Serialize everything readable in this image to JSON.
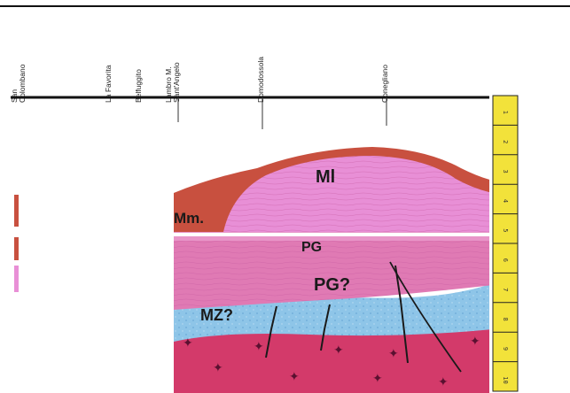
{
  "locations": [
    {
      "id": "san-colombano",
      "label": "San\nColombano"
    },
    {
      "id": "la-favorita",
      "label": "La Favorita"
    },
    {
      "id": "belfuggito",
      "label": "Belfuggito"
    },
    {
      "id": "lambro",
      "label": "Lambro M.\nSant'Angelo"
    },
    {
      "id": "domodossola",
      "label": "Domodossola"
    },
    {
      "id": "conegliano",
      "label": "Conegliano"
    }
  ],
  "units": {
    "ml": "Ml",
    "mm": "Mm.",
    "pg": "PG",
    "pg_query": "PG?",
    "mz": "MZ?"
  },
  "scale_ticks": [
    "1",
    "2",
    "3",
    "4",
    "5",
    "6",
    "7",
    "8",
    "9",
    "10"
  ],
  "colors": {
    "ml_pink": "#e88fd6",
    "mm_red": "#c8503f",
    "pg_pink": "#e07ab4",
    "mz_blue": "#8ec5e8",
    "basement_crimson": "#d33a6a",
    "scale_yellow": "#f2e23a"
  }
}
